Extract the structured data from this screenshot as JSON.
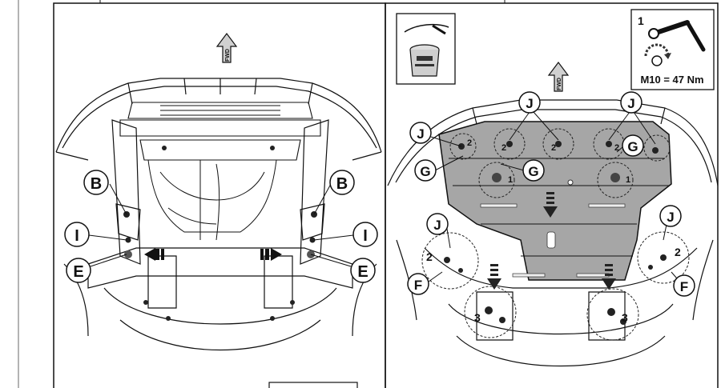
{
  "left_panel": {
    "fwd_label": "FWD",
    "callouts": {
      "b_left": "B",
      "b_right": "B",
      "i_left": "I",
      "i_right": "I",
      "e_left": "E",
      "e_right": "E"
    }
  },
  "right_panel": {
    "fwd_label": "FWD",
    "callouts": {
      "j_top_left": "J",
      "j_top_right": "J",
      "j_left": "J",
      "j_right": "J",
      "j_mid_left": "J",
      "g_left": "G",
      "g_center": "G",
      "g_right": "G",
      "f_left": "F",
      "f_right": "F"
    },
    "fastener_numbers": {
      "n2_a": "2",
      "n2_b": "2",
      "n2_c": "2",
      "n2_d": "2",
      "n2_left": "2",
      "n2_right": "2",
      "n1_a": "1",
      "n1_b": "1",
      "n3_left": "3",
      "n3_right": "3"
    },
    "torque_box": {
      "step": "1",
      "spec": "M10 = 47 Nm"
    }
  },
  "colors": {
    "plate_fill": "#a6a6a6",
    "line": "#111111",
    "arrow": "#222222"
  }
}
